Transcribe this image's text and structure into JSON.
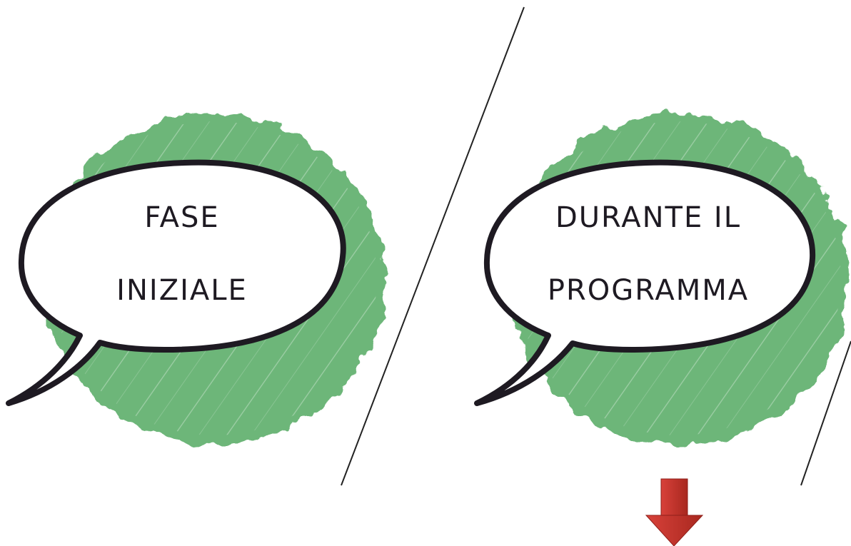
{
  "panels": [
    {
      "line1": "FASE",
      "line2": "INIZIALE"
    },
    {
      "line1": "DURANTE IL",
      "line2": "PROGRAMMA"
    }
  ],
  "colors": {
    "splash": "#6db679",
    "outline": "#1e1a22",
    "divider": "#222222",
    "arrow": "#c9342f",
    "arrow_dark": "#9e2420"
  },
  "icons": {
    "down_arrow": "down-arrow-icon"
  }
}
